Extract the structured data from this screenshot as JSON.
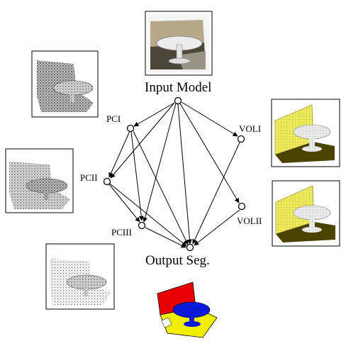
{
  "nodes": {
    "input": "Input Model",
    "output": "Output Seg.",
    "pci": "PCI",
    "pcii": "PCII",
    "pciii": "PCIII",
    "voli": "VOLI",
    "volii": "VOLII"
  },
  "colors": {
    "seg_wall": "#e80000",
    "seg_table": "#0a1ad8",
    "seg_floor": "#f2ee00",
    "voxel_wall": "#f2ee60",
    "voxel_floor": "#4a4200",
    "voxel_table": "#e0e0e0"
  }
}
